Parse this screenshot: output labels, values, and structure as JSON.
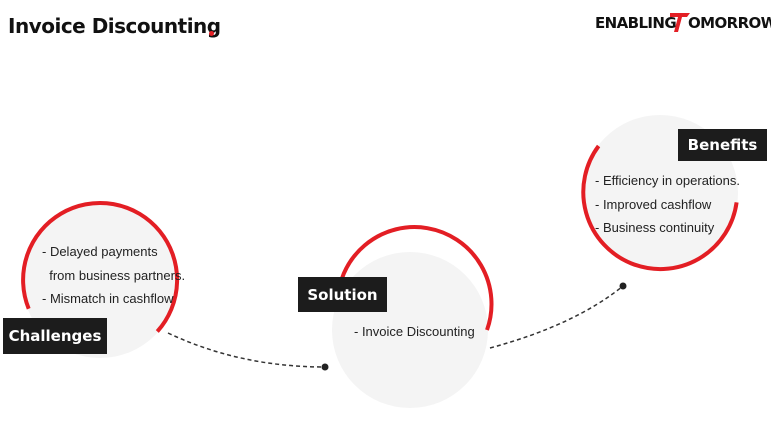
{
  "header": {
    "title": "Invoice Discounting",
    "logo_left": "ENABLING",
    "logo_right": "OMORROW"
  },
  "stages": [
    {
      "label": "Challenges",
      "points": [
        "- Delayed payments",
        "  from business partners.",
        "- Mismatch in cashflow"
      ]
    },
    {
      "label": "Solution",
      "points": [
        "- Invoice Discounting"
      ]
    },
    {
      "label": "Benefits",
      "points": [
        "- Efficiency in operations.",
        "- Improved cashflow",
        "- Business continuity"
      ]
    }
  ],
  "colors": {
    "accent": "#e31e24",
    "label_bg": "#1c1c1c",
    "connector": "#333333"
  }
}
